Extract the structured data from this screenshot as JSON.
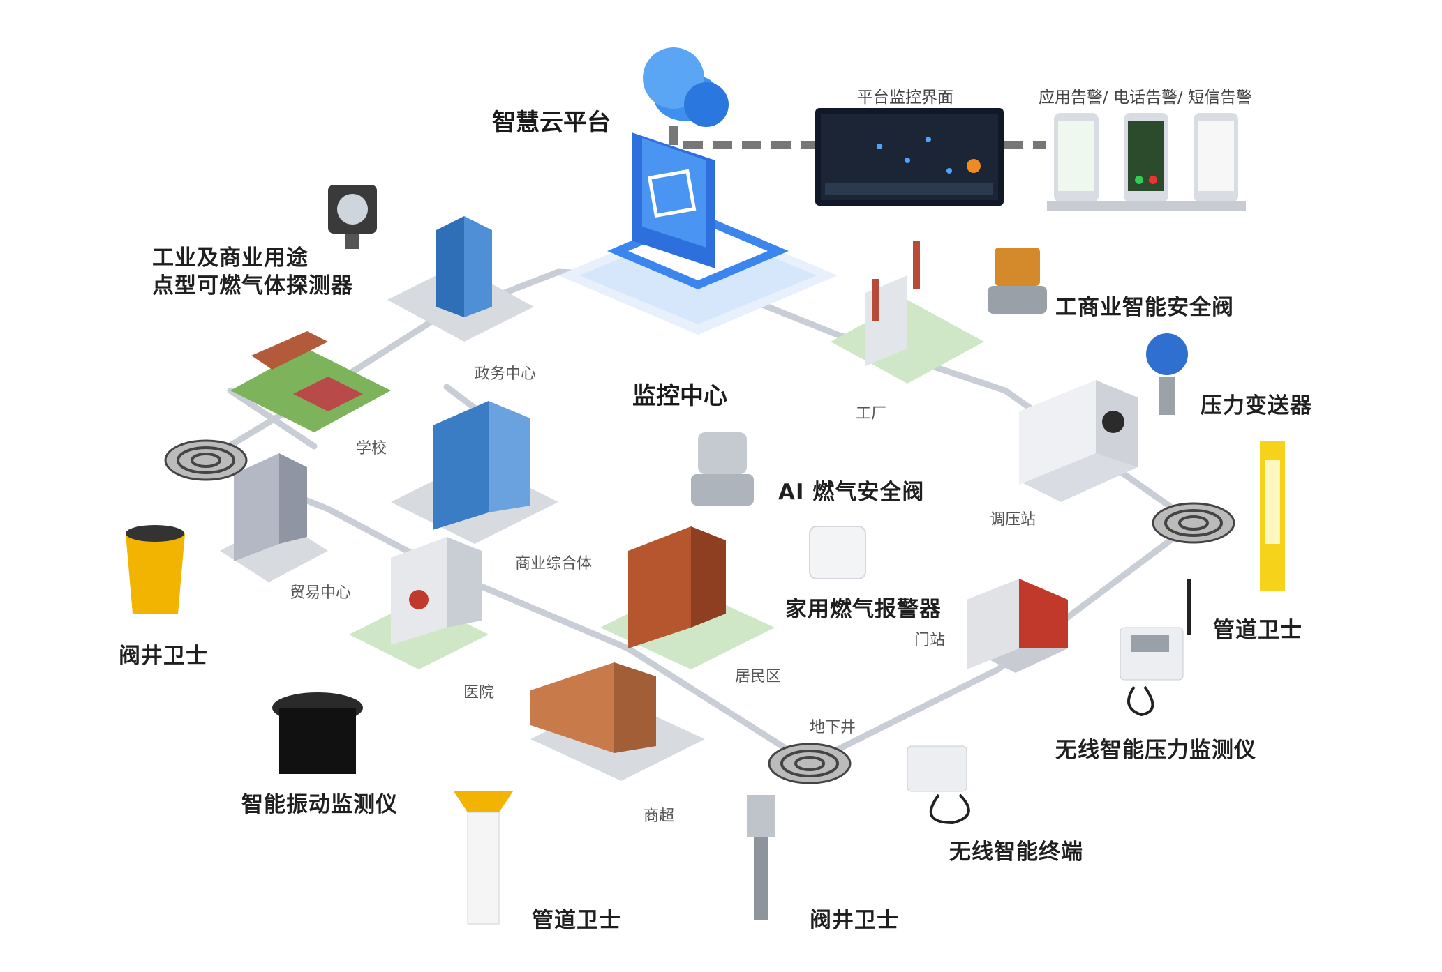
{
  "center": {
    "cloud_title": "智慧云平台",
    "monitor_title": "监控中心"
  },
  "top": {
    "platform_label": "平台监控界面",
    "alerts_label": "应用告警/ 电话告警/ 短信告警"
  },
  "places": {
    "government": "政务中心",
    "school": "学校",
    "trade": "贸易中心",
    "complex": "商业综合体",
    "hospital": "医院",
    "residential": "居民区",
    "supermarket": "商超",
    "factory": "工厂",
    "regulator": "调压站",
    "gate_station": "门站",
    "manhole": "地下井"
  },
  "devices": {
    "detector": "工业及商业用途\n点型可燃气体探测器",
    "valve_commercial": "工商业智能安全阀",
    "pressure_transmitter": "压力变送器",
    "ai_valve": "AI 燃气安全阀",
    "home_alarm": "家用燃气报警器",
    "pipe_guard_right": "管道卫士",
    "wireless_pressure": "无线智能压力监测仪",
    "well_guard_left": "阀井卫士",
    "vibration": "智能振动监测仪",
    "pipe_guard_bottom": "管道卫士",
    "well_guard_bottom": "阀井卫士",
    "wireless_terminal": "无线智能终端"
  },
  "colors": {
    "route": "#c9ced6",
    "platform_blue": "#2f7de8",
    "yellow": "#f5b800",
    "dashed": "#777777"
  }
}
